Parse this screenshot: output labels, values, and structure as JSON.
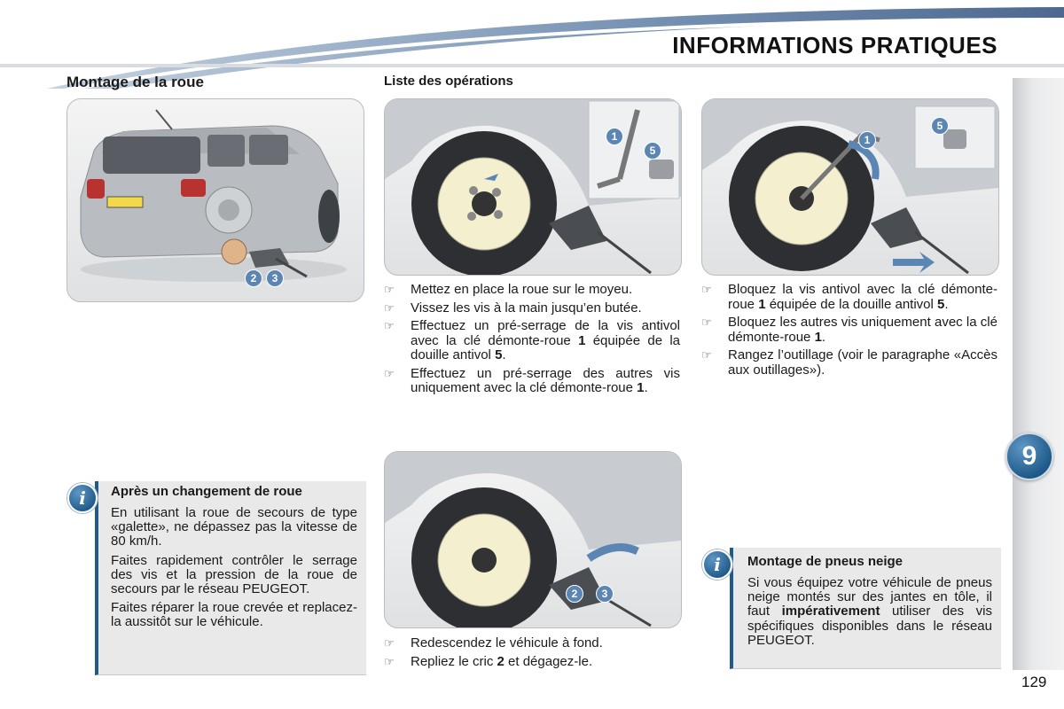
{
  "header": {
    "title": "INFORMATIONS PRATIQUES"
  },
  "section": {
    "title": "Montage de la roue",
    "operations_title": "Liste des opérations"
  },
  "chapter": {
    "number": "9"
  },
  "page": {
    "number": "129"
  },
  "figures": {
    "car": {
      "callouts": [
        "2",
        "3"
      ]
    },
    "tools": {
      "callouts": [
        "1",
        "5"
      ]
    },
    "lock": {
      "callouts": [
        "1",
        "5"
      ]
    },
    "lower": {
      "callouts": [
        "2",
        "3"
      ]
    }
  },
  "steps_col1": [
    {
      "text": "Mettez en place la roue sur le moyeu."
    },
    {
      "text": "Vissez les vis à la main jusqu’en butée."
    },
    {
      "pre": "Effectuez un pré-serrage de la vis antivol avec la clé démonte-roue ",
      "b1": "1",
      "mid": " équipée de la douille antivol ",
      "b2": "5",
      "post": "."
    },
    {
      "pre": "Effectuez un pré-serrage des autres vis uniquement avec la clé démonte-roue ",
      "b1": "1",
      "post": "."
    }
  ],
  "steps_col2": [
    {
      "pre": "Bloquez la vis antivol avec la clé démonte-roue ",
      "b1": "1",
      "mid": " équipée de la douille antivol ",
      "b2": "5",
      "post": "."
    },
    {
      "pre": "Bloquez les autres vis uniquement avec la clé démonte-roue ",
      "b1": "1",
      "post": "."
    },
    {
      "text": "Rangez l’outillage (voir le paragraphe «Accès aux outillages»)."
    }
  ],
  "steps_col1_lower": [
    {
      "text": "Redescendez le véhicule à fond."
    },
    {
      "pre": "Repliez le cric ",
      "b1": "2",
      "post": " et dégagez-le."
    }
  ],
  "info_left": {
    "icon": "info-icon",
    "title": "Après un changement de roue",
    "paragraphs": [
      "En utilisant la roue de secours de type «galette», ne dépassez pas la vitesse de 80 km/h.",
      "Faites rapidement contrôler le serrage des vis et la pression de la roue de secours par le réseau PEUGEOT.",
      "Faites réparer la roue crevée et replacez-la aussitôt sur le véhicule."
    ]
  },
  "info_right": {
    "icon": "info-icon",
    "title": "Montage de pneus neige",
    "pre": "Si vous équipez votre véhicule de pneus neige montés sur des jantes en tôle, il faut ",
    "bold": "impérativement",
    "post": " utiliser des vis spécifiques disponibles dans le réseau PEUGEOT."
  },
  "colors": {
    "accent": "#1f5a8a",
    "info_bg": "#e9e9ea",
    "callout": "#5b86b3"
  }
}
